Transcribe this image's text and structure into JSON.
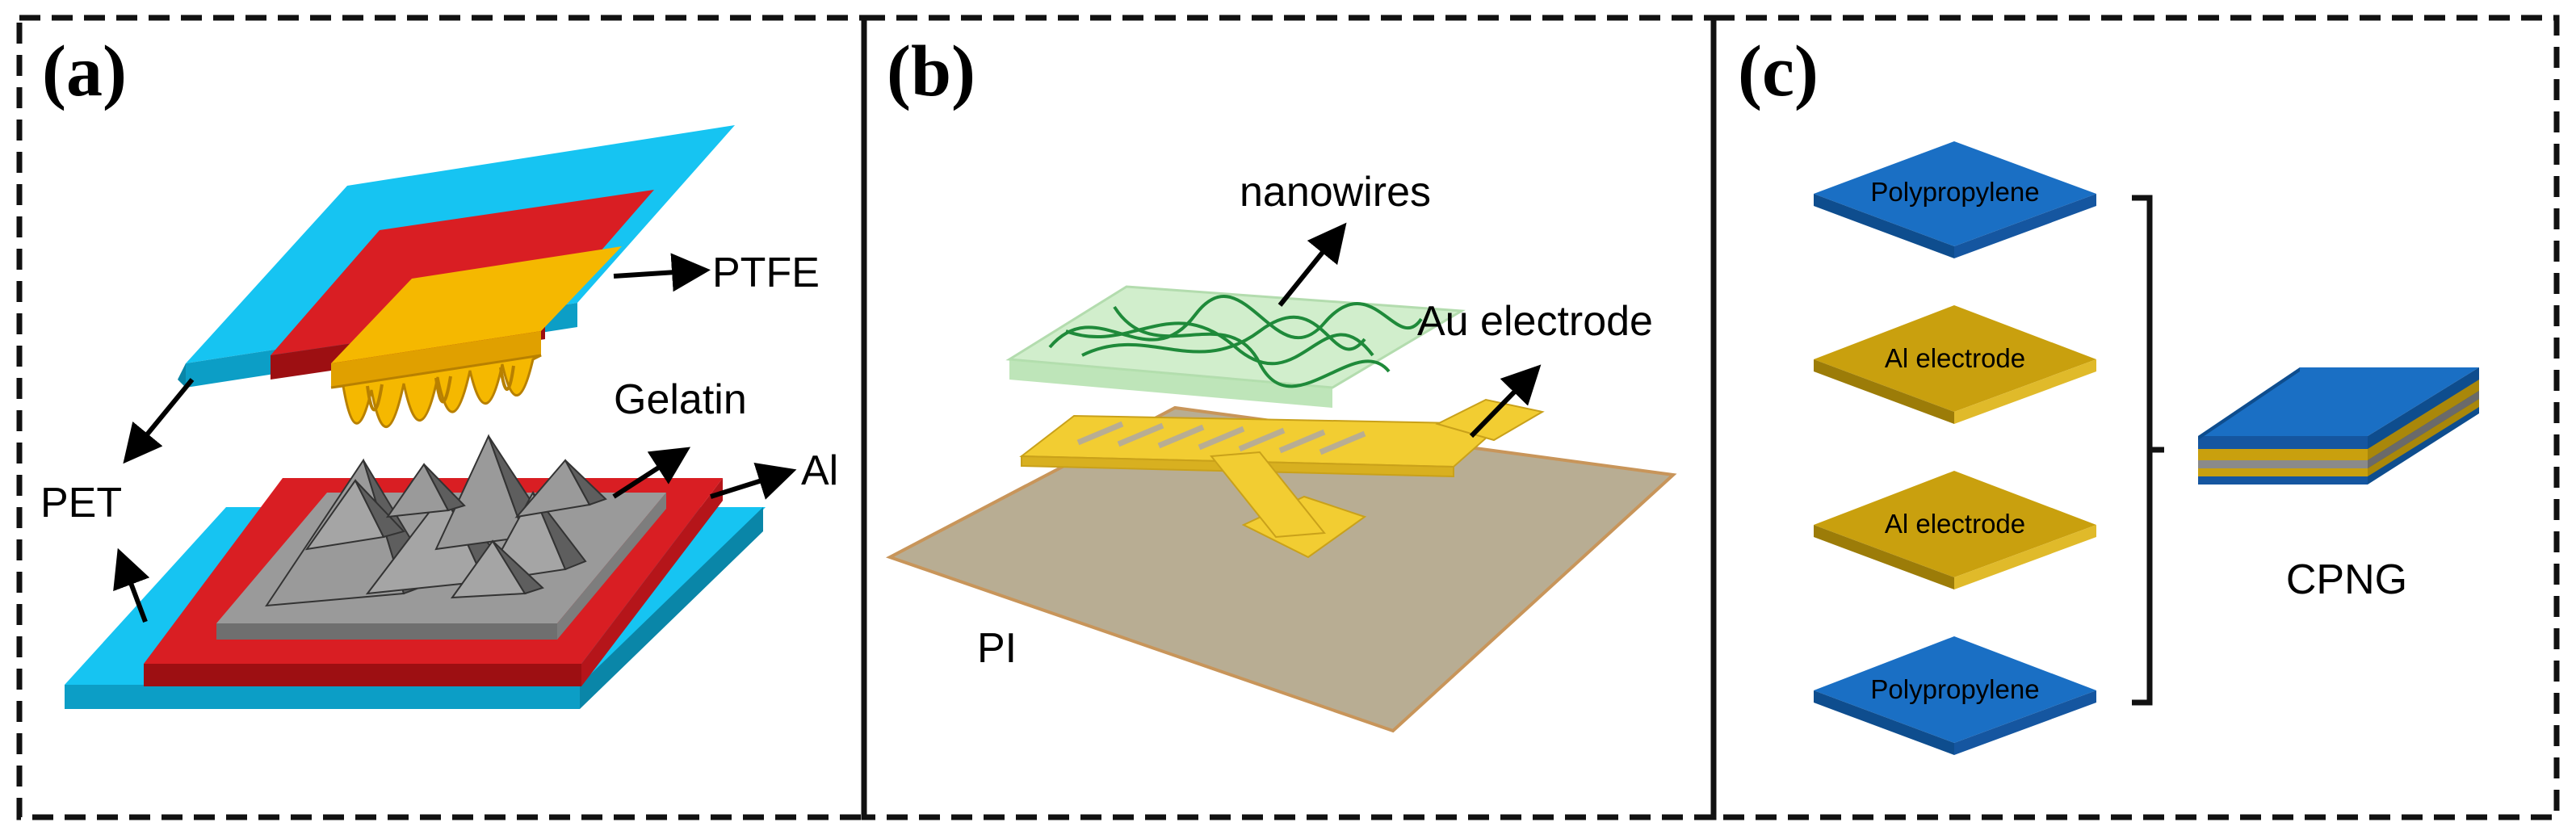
{
  "panels": [
    {
      "label": "(a)"
    },
    {
      "label": "(b)"
    },
    {
      "label": "(c)"
    }
  ],
  "panel_a": {
    "ptfe_label": "PTFE",
    "gelatin_label": "Gelatin",
    "al_label": "Al",
    "pet_label": "PET"
  },
  "panel_b": {
    "nanowires_label": "nanowires",
    "au_label": "Au electrode",
    "pi_label": "PI"
  },
  "panel_c": {
    "layers": [
      "Polypropylene",
      "Al electrode",
      "Al electrode",
      "Polypropylene"
    ],
    "device_label": "CPNG"
  },
  "colors": {
    "pet": "#16c4f2",
    "red": "#c8171c",
    "ptfe": "#f5b800",
    "gelatin": "#8a8a8a",
    "pi": "#b8ad93",
    "au": "#f2cd32",
    "nanowire_film": "#c9ecc4",
    "nanowire": "#1f8a3a",
    "polypropylene": "#1a6fc4",
    "al_electrode": "#c9a00e"
  }
}
